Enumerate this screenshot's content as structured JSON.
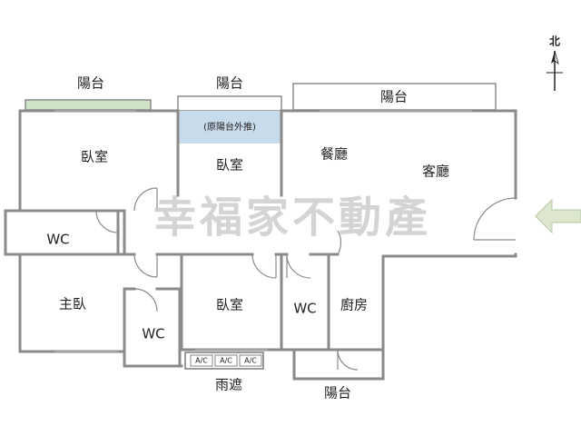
{
  "plan": {
    "balconies": {
      "top_left": "陽台",
      "top_middle": "陽台",
      "top_right": "陽台",
      "bottom": "陽台"
    },
    "rooms": {
      "bedroom_top_left": "臥室",
      "bedroom_top_middle": "臥室",
      "balcony_pushout_note": "(原陽台外推)",
      "dining": "餐廳",
      "living": "客廳",
      "wc_left": "WC",
      "master_bedroom": "主臥",
      "wc_bottom_left": "WC",
      "bedroom_bottom": "臥室",
      "wc_middle": "WC",
      "kitchen": "廚房"
    },
    "canopy": {
      "label": "雨遮",
      "ac_units": [
        "A/C",
        "A/C",
        "A/C"
      ]
    },
    "north_label": "北",
    "watermark": "幸福家不動產",
    "colors": {
      "wall": "#8a8a8a",
      "balcony_green": "#cfe3c8",
      "pushout_blue": "#c8dbeb",
      "entrance_arrow": "#dde7cf",
      "watermark": "#c9c9c9"
    }
  }
}
